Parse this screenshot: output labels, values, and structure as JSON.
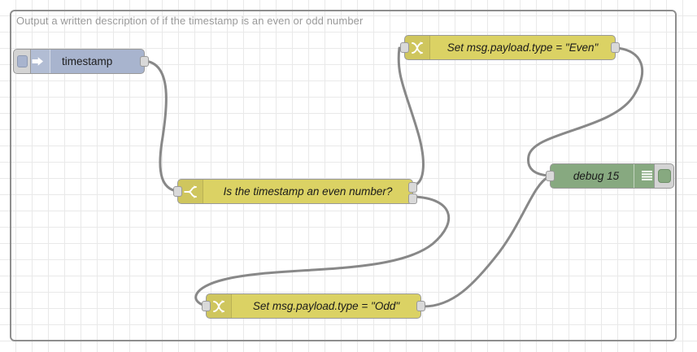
{
  "editor": {
    "type": "node-red-flow-canvas",
    "grid": {
      "size": 20,
      "color": "#e9e9e9",
      "background": "#ffffff"
    },
    "wire_color": "#888888"
  },
  "group": {
    "label": "Output a written description of if the timestamp is an even or odd number",
    "border_color": "#8e8e8e"
  },
  "palette": {
    "inject_color": "#a8b4ce",
    "function_color": "#dbd264",
    "debug_color": "#87a980",
    "port_color": "#d9d9d9"
  },
  "nodes": [
    {
      "id": "inject",
      "kind": "inject",
      "label": "timestamp",
      "icon": "inject-arrow-icon",
      "color": "#a8b4ce",
      "inputs": 0,
      "outputs": 1,
      "has_button": true
    },
    {
      "id": "switch",
      "kind": "switch",
      "label": "Is the timestamp an even number?",
      "icon": "switch-branch-icon",
      "color": "#dbd264",
      "inputs": 1,
      "outputs": 2
    },
    {
      "id": "change-even",
      "kind": "change",
      "label": "Set msg.payload.type = \"Even\"",
      "icon": "change-swap-icon",
      "color": "#dbd264",
      "inputs": 1,
      "outputs": 1
    },
    {
      "id": "change-odd",
      "kind": "change",
      "label": "Set msg.payload.type = \"Odd\"",
      "icon": "change-swap-icon",
      "color": "#dbd264",
      "inputs": 1,
      "outputs": 1
    },
    {
      "id": "debug",
      "kind": "debug",
      "label": "debug 15",
      "icon": "debug-lines-icon",
      "color": "#87a980",
      "inputs": 1,
      "outputs": 0,
      "has_toggle": true
    }
  ],
  "wires": [
    {
      "from": "inject:0",
      "to": "switch:in"
    },
    {
      "from": "switch:0",
      "to": "change-even:in"
    },
    {
      "from": "switch:1",
      "to": "change-odd:in"
    },
    {
      "from": "change-even:0",
      "to": "debug:in"
    },
    {
      "from": "change-odd:0",
      "to": "debug:in"
    }
  ]
}
